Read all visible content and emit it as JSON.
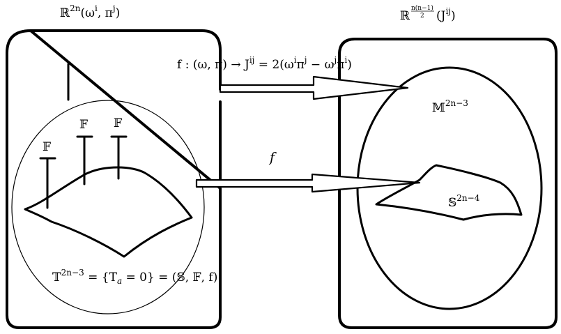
{
  "left_space": {
    "base": "ℝ",
    "exponent": "2n",
    "args": "(ω",
    "args_sup1": "i",
    "args_mid": ", π",
    "args_sup2": "j",
    "args_end": ")"
  },
  "right_space": {
    "base": "ℝ",
    "exp_num": "n(n−1)",
    "exp_den": "2",
    "args": "(J",
    "args_sup": "ij",
    "args_end": ")"
  },
  "map_formula": {
    "prefix": "f : (ω, π) → J",
    "sup1": "ij",
    "mid1": " = 2(ω",
    "sup2": "i",
    "mid2": "π",
    "sup3": "j",
    "mid3": " − ω",
    "sup4": "j",
    "mid4": "π",
    "sup5": "i",
    "end": ")"
  },
  "map_f": "f",
  "fiber_label": "𝔽",
  "manifold_M": {
    "base": "𝕄",
    "exponent": "2n−3"
  },
  "manifold_S": {
    "base": "𝕊",
    "exponent": "2n−4"
  },
  "torus": {
    "base": "𝕋",
    "exponent": "2n−3",
    "eq1": " = {T",
    "sub": "a",
    "eq2": " = 0} = (𝕊, 𝔽, f)"
  }
}
